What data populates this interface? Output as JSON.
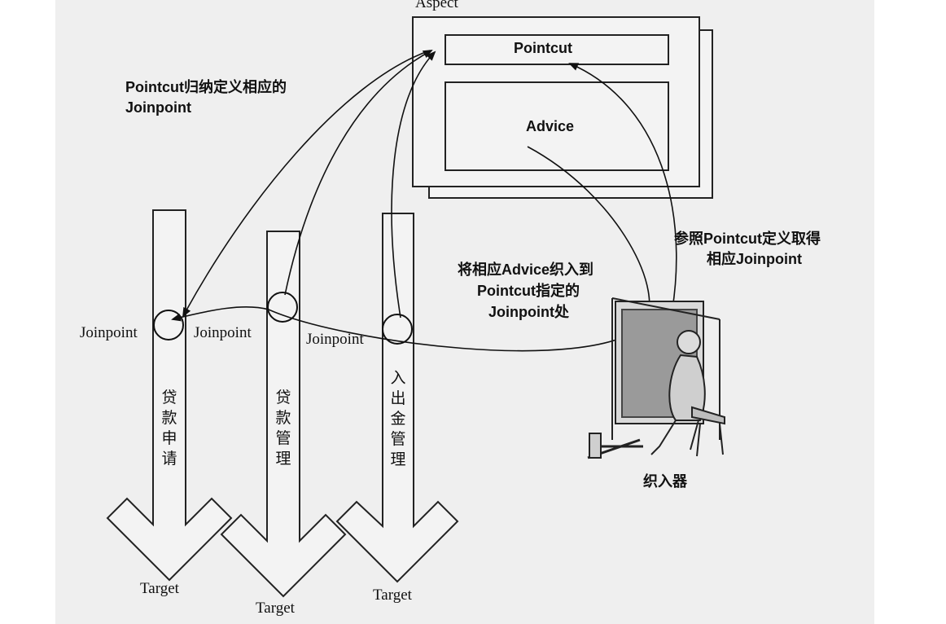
{
  "aspect": {
    "title": "Aspect",
    "pointcut": "Pointcut",
    "advice": "Advice"
  },
  "annotations": {
    "pointcut_defines": [
      "Pointcut归纳定义相应的",
      "Joinpoint"
    ],
    "weave_advice": [
      "将相应Advice织入到",
      "Pointcut指定的",
      "Joinpoint处"
    ],
    "get_joinpoint": [
      "参照Pointcut定义取得",
      "相应Joinpoint"
    ]
  },
  "joinpoints": [
    "Joinpoint",
    "Joinpoint",
    "Joinpoint"
  ],
  "targets": [
    {
      "label": "Target",
      "name": "贷款申请"
    },
    {
      "label": "Target",
      "name": "贷款管理"
    },
    {
      "label": "Target",
      "name": "入出金管理"
    }
  ],
  "weaver": {
    "label": "织入器"
  }
}
